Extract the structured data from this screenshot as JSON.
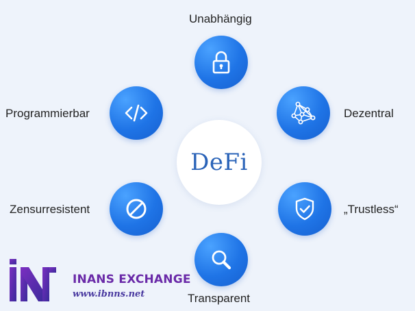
{
  "center": {
    "label": "DeFi"
  },
  "nodes": [
    {
      "label": "Unabhängig",
      "icon": "lock-icon"
    },
    {
      "label": "Dezentral",
      "icon": "network-icon"
    },
    {
      "label": "„Trustless“",
      "icon": "shield-check-icon"
    },
    {
      "label": "Transparent",
      "icon": "magnifier-icon"
    },
    {
      "label": "Zensurresistent",
      "icon": "prohibited-icon"
    },
    {
      "label": "Programmierbar",
      "icon": "code-icon"
    }
  ],
  "logo": {
    "brand": "INANS EXCHANGE",
    "url": "www.ibnns.net"
  },
  "colors": {
    "node": "#1f74e6",
    "background": "#eef3fb",
    "center_text": "#2a63b8"
  }
}
